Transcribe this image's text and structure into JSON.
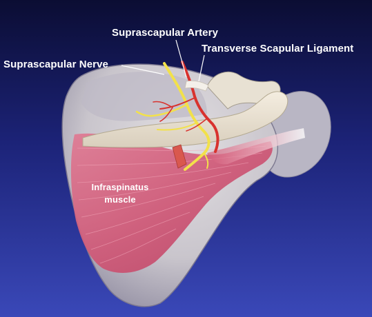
{
  "labels": {
    "suprascapular_artery": "Suprascapular Artery",
    "transverse_scapular_ligament": "Transverse Scapular Ligament",
    "suprascapular_nerve": "Suprascapular Nerve",
    "infraspinatus_line1": "Infraspinatus",
    "infraspinatus_line2": "muscle"
  },
  "colors": {
    "background_top": "#0b0d33",
    "background_bottom": "#3a48b8",
    "bone": "#d6d2d4",
    "bone_shadow": "#9c98a6",
    "spine": "#ece4d4",
    "muscle": "#d0607e",
    "nerve": "#f2e14a",
    "artery": "#d8322e",
    "ligament": "#f4f0ea"
  }
}
